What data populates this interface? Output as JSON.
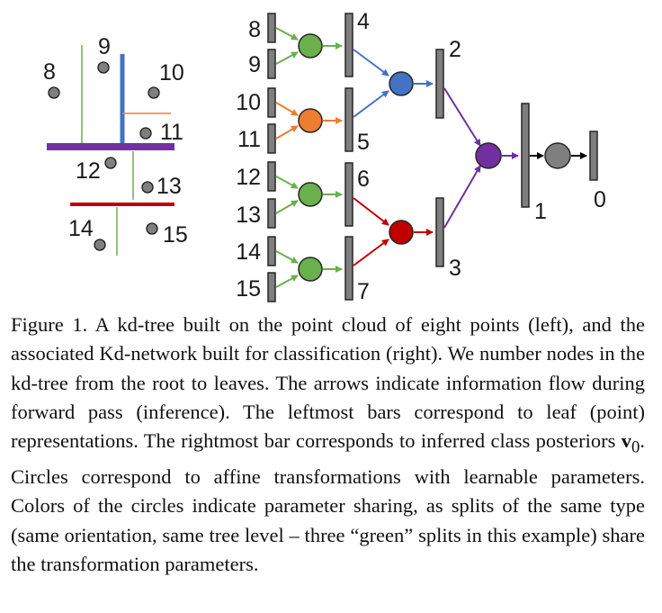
{
  "colors": {
    "green": "#6ab04c",
    "orange": "#ed7d31",
    "blue": "#4472c4",
    "red": "#c00000",
    "purple": "#7030a0",
    "gray": "#7f7f7f",
    "dark": "#3a3a3a"
  },
  "figure": {
    "point_labels": [
      "8",
      "9",
      "10",
      "11",
      "12",
      "13",
      "14",
      "15"
    ],
    "leaf_labels": [
      "8",
      "9",
      "10",
      "11",
      "12",
      "13",
      "14",
      "15"
    ],
    "node_labels": [
      "4",
      "5",
      "6",
      "7",
      "2",
      "3",
      "1",
      "0"
    ]
  },
  "caption": {
    "part1": "Figure 1. A kd-tree built on the point cloud of eight points (left), and the associated Kd-network built for classification (right). We number nodes in the kd-tree from the root to leaves. The arrows indicate information flow during forward pass (inference). The leftmost bars correspond to leaf (point) representations. The rightmost bar corresponds to inferred class posteriors ",
    "symbol": "v",
    "subscript": "0",
    "part2": ". Circles correspond to affine transformations with learnable parameters. Colors of the circles indicate parameter sharing, as splits of the same type (same orientation, same tree level – three “green” splits in this example) share the transformation parameters."
  }
}
